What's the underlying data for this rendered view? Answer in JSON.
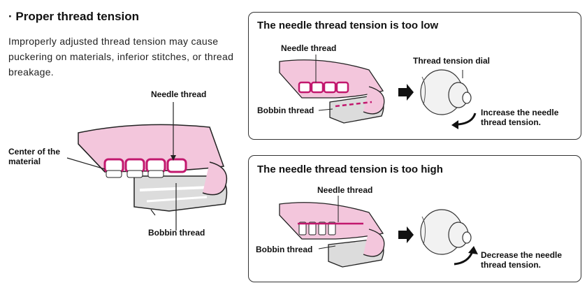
{
  "section": {
    "title": "· Proper thread tension",
    "description": "Improperly adjusted thread tension may cause puckering on materials, inferior stitches, or thread breakage."
  },
  "main_figure": {
    "needle_thread": "Needle thread",
    "center_of_material": "Center of the material",
    "bobbin_thread": "Bobbin thread"
  },
  "panel_low": {
    "title": "The needle thread tension is too low",
    "needle_thread": "Needle thread",
    "bobbin_thread": "Bobbin thread",
    "dial_label": "Thread tension dial",
    "action": "Increase the needle thread tension."
  },
  "panel_high": {
    "title": "The needle thread tension is too high",
    "needle_thread": "Needle thread",
    "bobbin_thread": "Bobbin thread",
    "action": "Decrease the needle thread tension."
  },
  "colors": {
    "fabric_pink": "#f3c6dc",
    "thread_magenta": "#c2186e",
    "bobbin_gray": "#d9d9d9"
  }
}
